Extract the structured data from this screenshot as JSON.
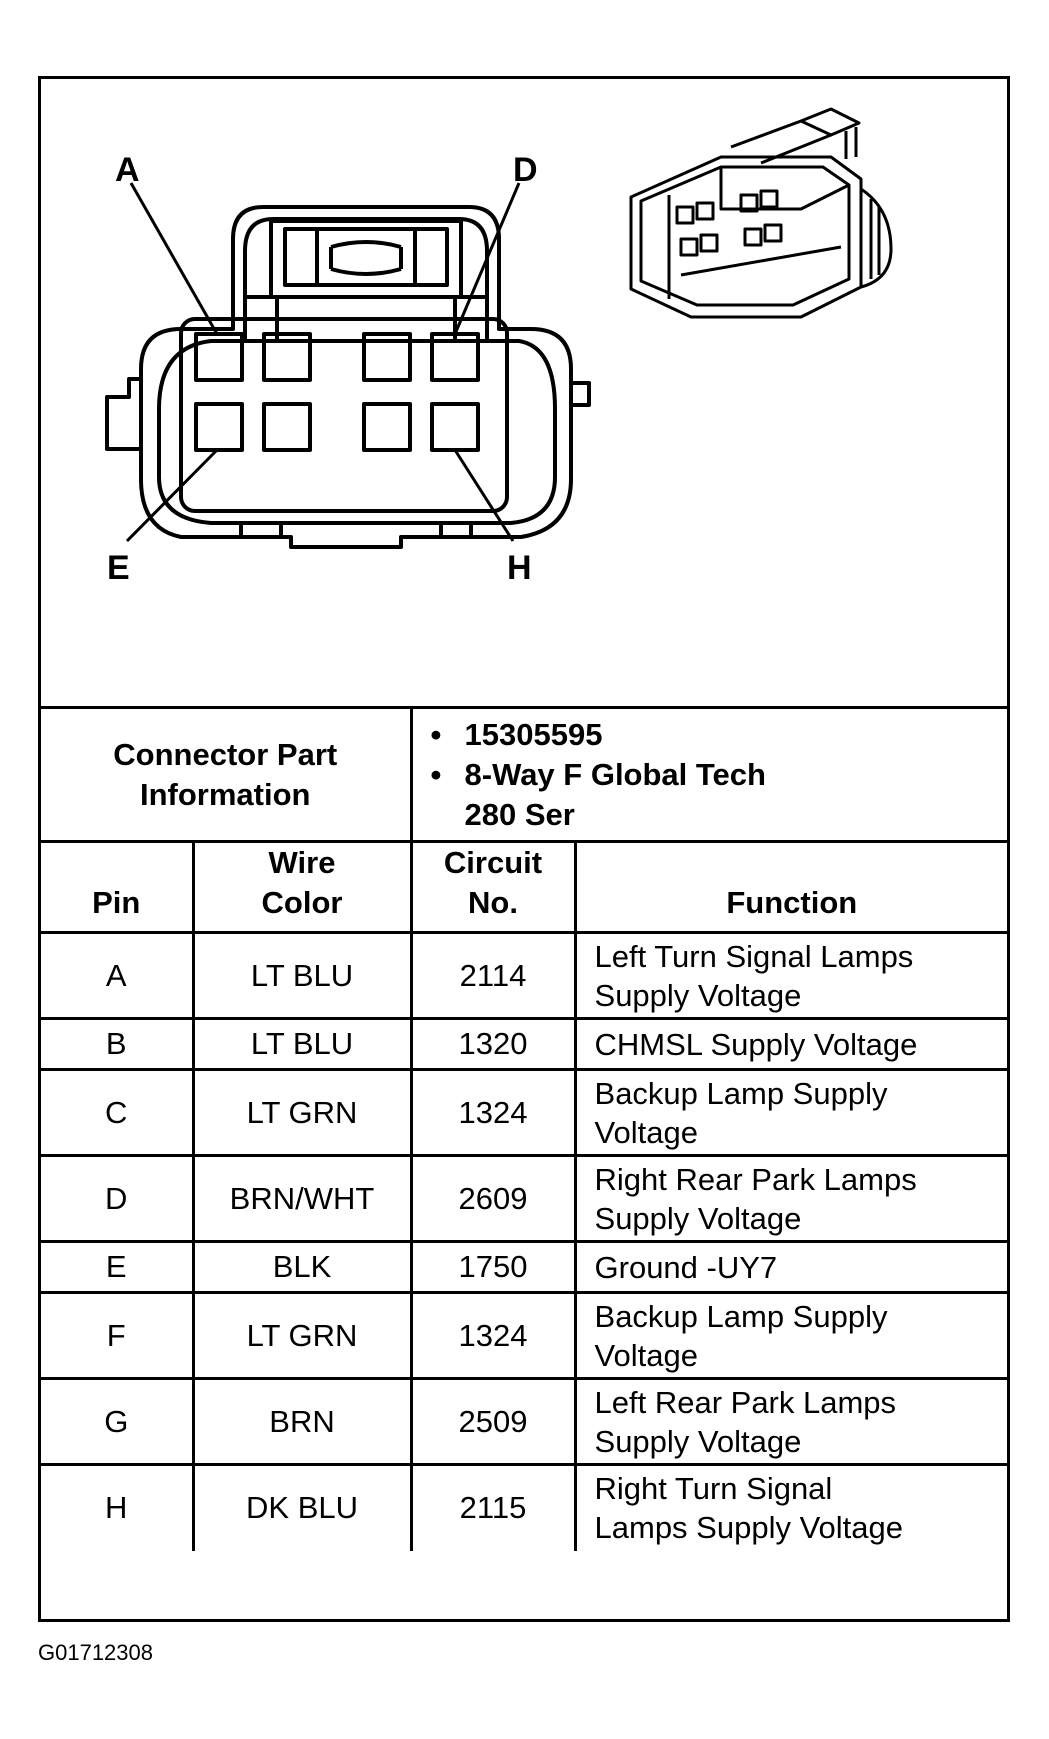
{
  "diagram": {
    "pin_labels": [
      "A",
      "D",
      "E",
      "H"
    ]
  },
  "info": {
    "label_line1": "Connector Part",
    "label_line2": "Information",
    "part_number": "15305595",
    "description_line1": "8-Way F Global Tech",
    "description_line2": "280 Ser"
  },
  "headers": {
    "pin": "Pin",
    "wire_color_line1": "Wire",
    "wire_color_line2": "Color",
    "circuit_line1": "Circuit",
    "circuit_line2": "No.",
    "function": "Function"
  },
  "rows": [
    {
      "pin": "A",
      "wire": "LT BLU",
      "circuit": "2114",
      "f1": "Left Turn Signal Lamps",
      "f2": "Supply Voltage"
    },
    {
      "pin": "B",
      "wire": "LT BLU",
      "circuit": "1320",
      "f1": "CHMSL Supply Voltage",
      "f2": ""
    },
    {
      "pin": "C",
      "wire": "LT GRN",
      "circuit": "1324",
      "f1": "Backup Lamp Supply",
      "f2": "Voltage"
    },
    {
      "pin": "D",
      "wire": "BRN/WHT",
      "circuit": "2609",
      "f1": "Right Rear Park Lamps",
      "f2": "Supply Voltage"
    },
    {
      "pin": "E",
      "wire": "BLK",
      "circuit": "1750",
      "f1": "Ground -UY7",
      "f2": ""
    },
    {
      "pin": "F",
      "wire": "LT GRN",
      "circuit": "1324",
      "f1": "Backup Lamp Supply",
      "f2": "Voltage"
    },
    {
      "pin": "G",
      "wire": "BRN",
      "circuit": "2509",
      "f1": "Left Rear Park Lamps",
      "f2": "Supply Voltage"
    },
    {
      "pin": "H",
      "wire": "DK BLU",
      "circuit": "2115",
      "f1": "Right Turn Signal",
      "f2": "Lamps Supply Voltage"
    }
  ],
  "footer": {
    "figure_id": "G01712308"
  }
}
